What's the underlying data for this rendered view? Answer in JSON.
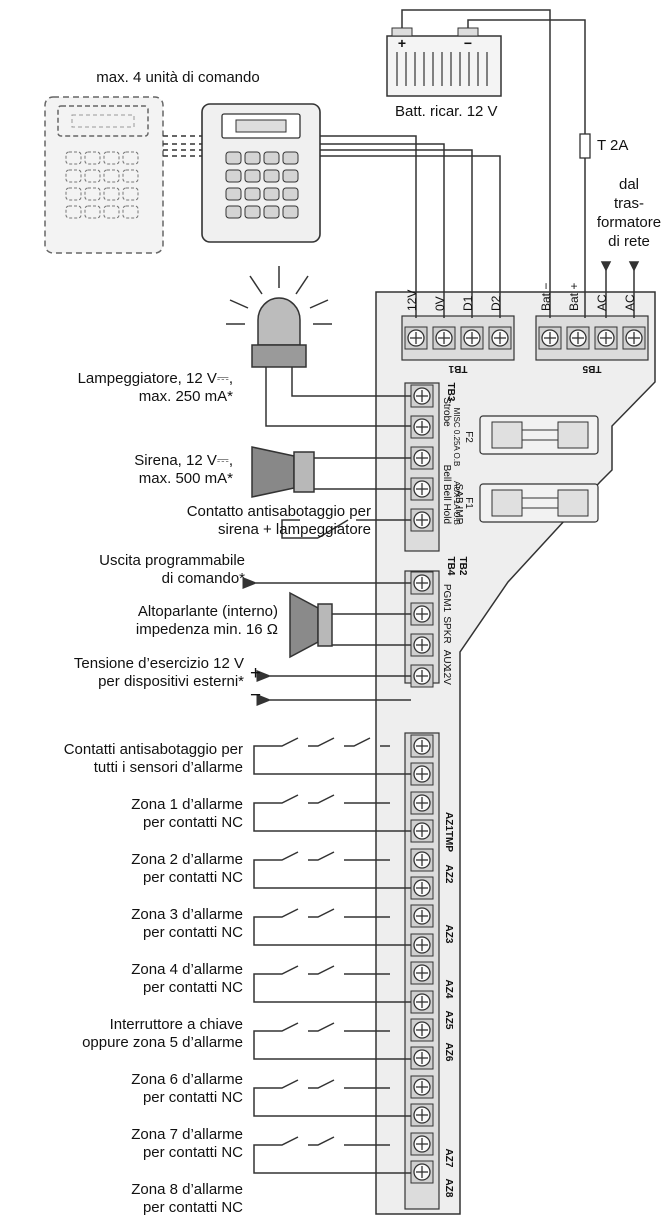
{
  "keypads": {
    "label": "max. 4 unità di comando"
  },
  "battery": {
    "label": "Batt. ricar. 12 V",
    "plus": "+",
    "minus": "−"
  },
  "fuse": {
    "label": "T 2A"
  },
  "transformer": {
    "line1": "dal",
    "line2": "tras-",
    "line3": "formatore",
    "line4": "di rete"
  },
  "top_terminals": {
    "tb1": "TB1",
    "tb5": "TB5",
    "labels": [
      "12V",
      "0V",
      "D1",
      "D2",
      "Bat −",
      "Bat +",
      "AC",
      "AC"
    ]
  },
  "panel_side_labels": {
    "tb3": "TB3",
    "tb4": "TB4",
    "tb2": "TB2",
    "strobe": "Strobe",
    "bell": "Bell",
    "bell_hold": "Bell Hold",
    "sab_imp": "SAB IMP",
    "pgm1": "PGM1",
    "spkr": "SPKR",
    "aux": "AUX",
    "v12": "12V",
    "az1tmp": "AZ1TMP",
    "az2": "AZ2",
    "az3": "AZ3",
    "az4": "AZ4",
    "az5": "AZ5",
    "az6": "AZ6",
    "az7": "AZ7",
    "az8": "AZ8",
    "f2": "F2",
    "f2_rating": "MISC 0.25A O.B",
    "f1": "F1",
    "f1_rating": "AUX 1A O.B"
  },
  "left_labels": {
    "strobe_1": "Lampeggiatore, 12 V⎓,",
    "strobe_2": "max. 250 mA*",
    "siren_1": "Sirena, 12 V⎓,",
    "siren_2": "max. 500 mA*",
    "tamper_siren_1": "Contatto antisabotaggio per",
    "tamper_siren_2": "sirena + lampeggiatore",
    "pgm_1": "Uscita programmabile",
    "pgm_2": "di comando*",
    "speaker_1": "Altoparlante (interno)",
    "speaker_2": "impedenza min. 16 Ω",
    "supply_1": "Tensione d’esercizio 12 V",
    "supply_2": "per dispositivi esterni*",
    "supply_plus": "+",
    "supply_minus": "−",
    "tamper_all_1": "Contatti antisabotaggio per",
    "tamper_all_2": "tutti i sensori d’allarme",
    "zone1_1": "Zona 1 d’allarme",
    "zone1_2": "per contatti NC",
    "zone2_1": "Zona 2 d’allarme",
    "zone2_2": "per contatti NC",
    "zone3_1": "Zona 3 d’allarme",
    "zone3_2": "per contatti NC",
    "zone4_1": "Zona 4 d’allarme",
    "zone4_2": "per contatti NC",
    "zone5_1": "Interruttore a chiave",
    "zone5_2": "oppure zona 5 d’allarme",
    "zone6_1": "Zona 6 d’allarme",
    "zone6_2": "per contatti NC",
    "zone7_1": "Zona 7 d’allarme",
    "zone7_2": "per contatti NC",
    "zone8_1": "Zona 8 d’allarme",
    "zone8_2": "per contatti NC"
  }
}
